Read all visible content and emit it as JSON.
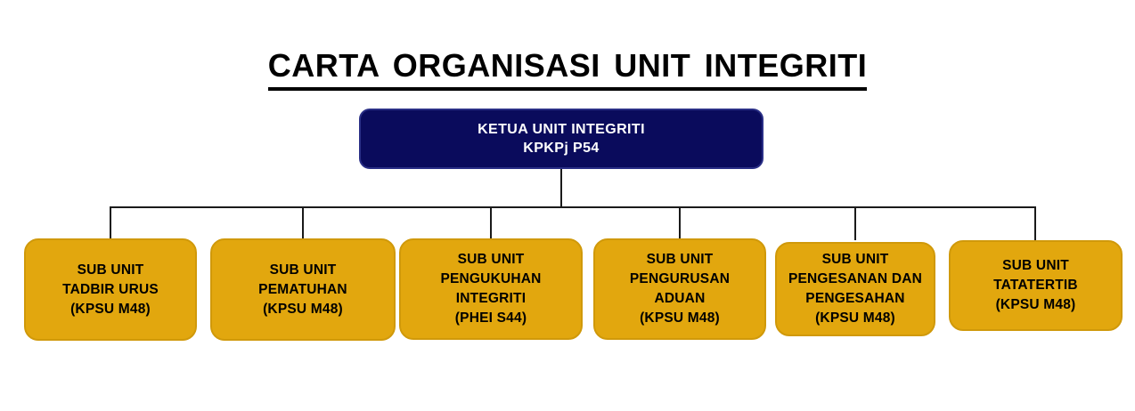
{
  "title": "CARTA ORGANISASI UNIT INTEGRITI",
  "chart": {
    "root": {
      "label": "KETUA UNIT INTEGRITI\nKPKPj P54"
    },
    "subunits": [
      {
        "label": "SUB UNIT\nTADBIR URUS\n(KPSU M48)"
      },
      {
        "label": "SUB UNIT\nPEMATUHAN\n(KPSU M48)"
      },
      {
        "label": "SUB UNIT\nPENGUKUHAN\nINTEGRITI\n(PHEI S44)"
      },
      {
        "label": "SUB UNIT\nPENGURUSAN\nADUAN\n(KPSU M48)"
      },
      {
        "label": "SUB UNIT\nPENGESANAN DAN\nPENGESAHAN\n(KPSU M48)"
      },
      {
        "label": "SUB UNIT\nTATATERTIB\n(KPSU M48)"
      }
    ]
  },
  "colors": {
    "root_fill": "#0a0b5c",
    "root_text": "#ffffff",
    "subunit_fill": "#e2a70e",
    "subunit_text": "#000000",
    "connector": "#1a1a1a",
    "background": "#ffffff"
  }
}
